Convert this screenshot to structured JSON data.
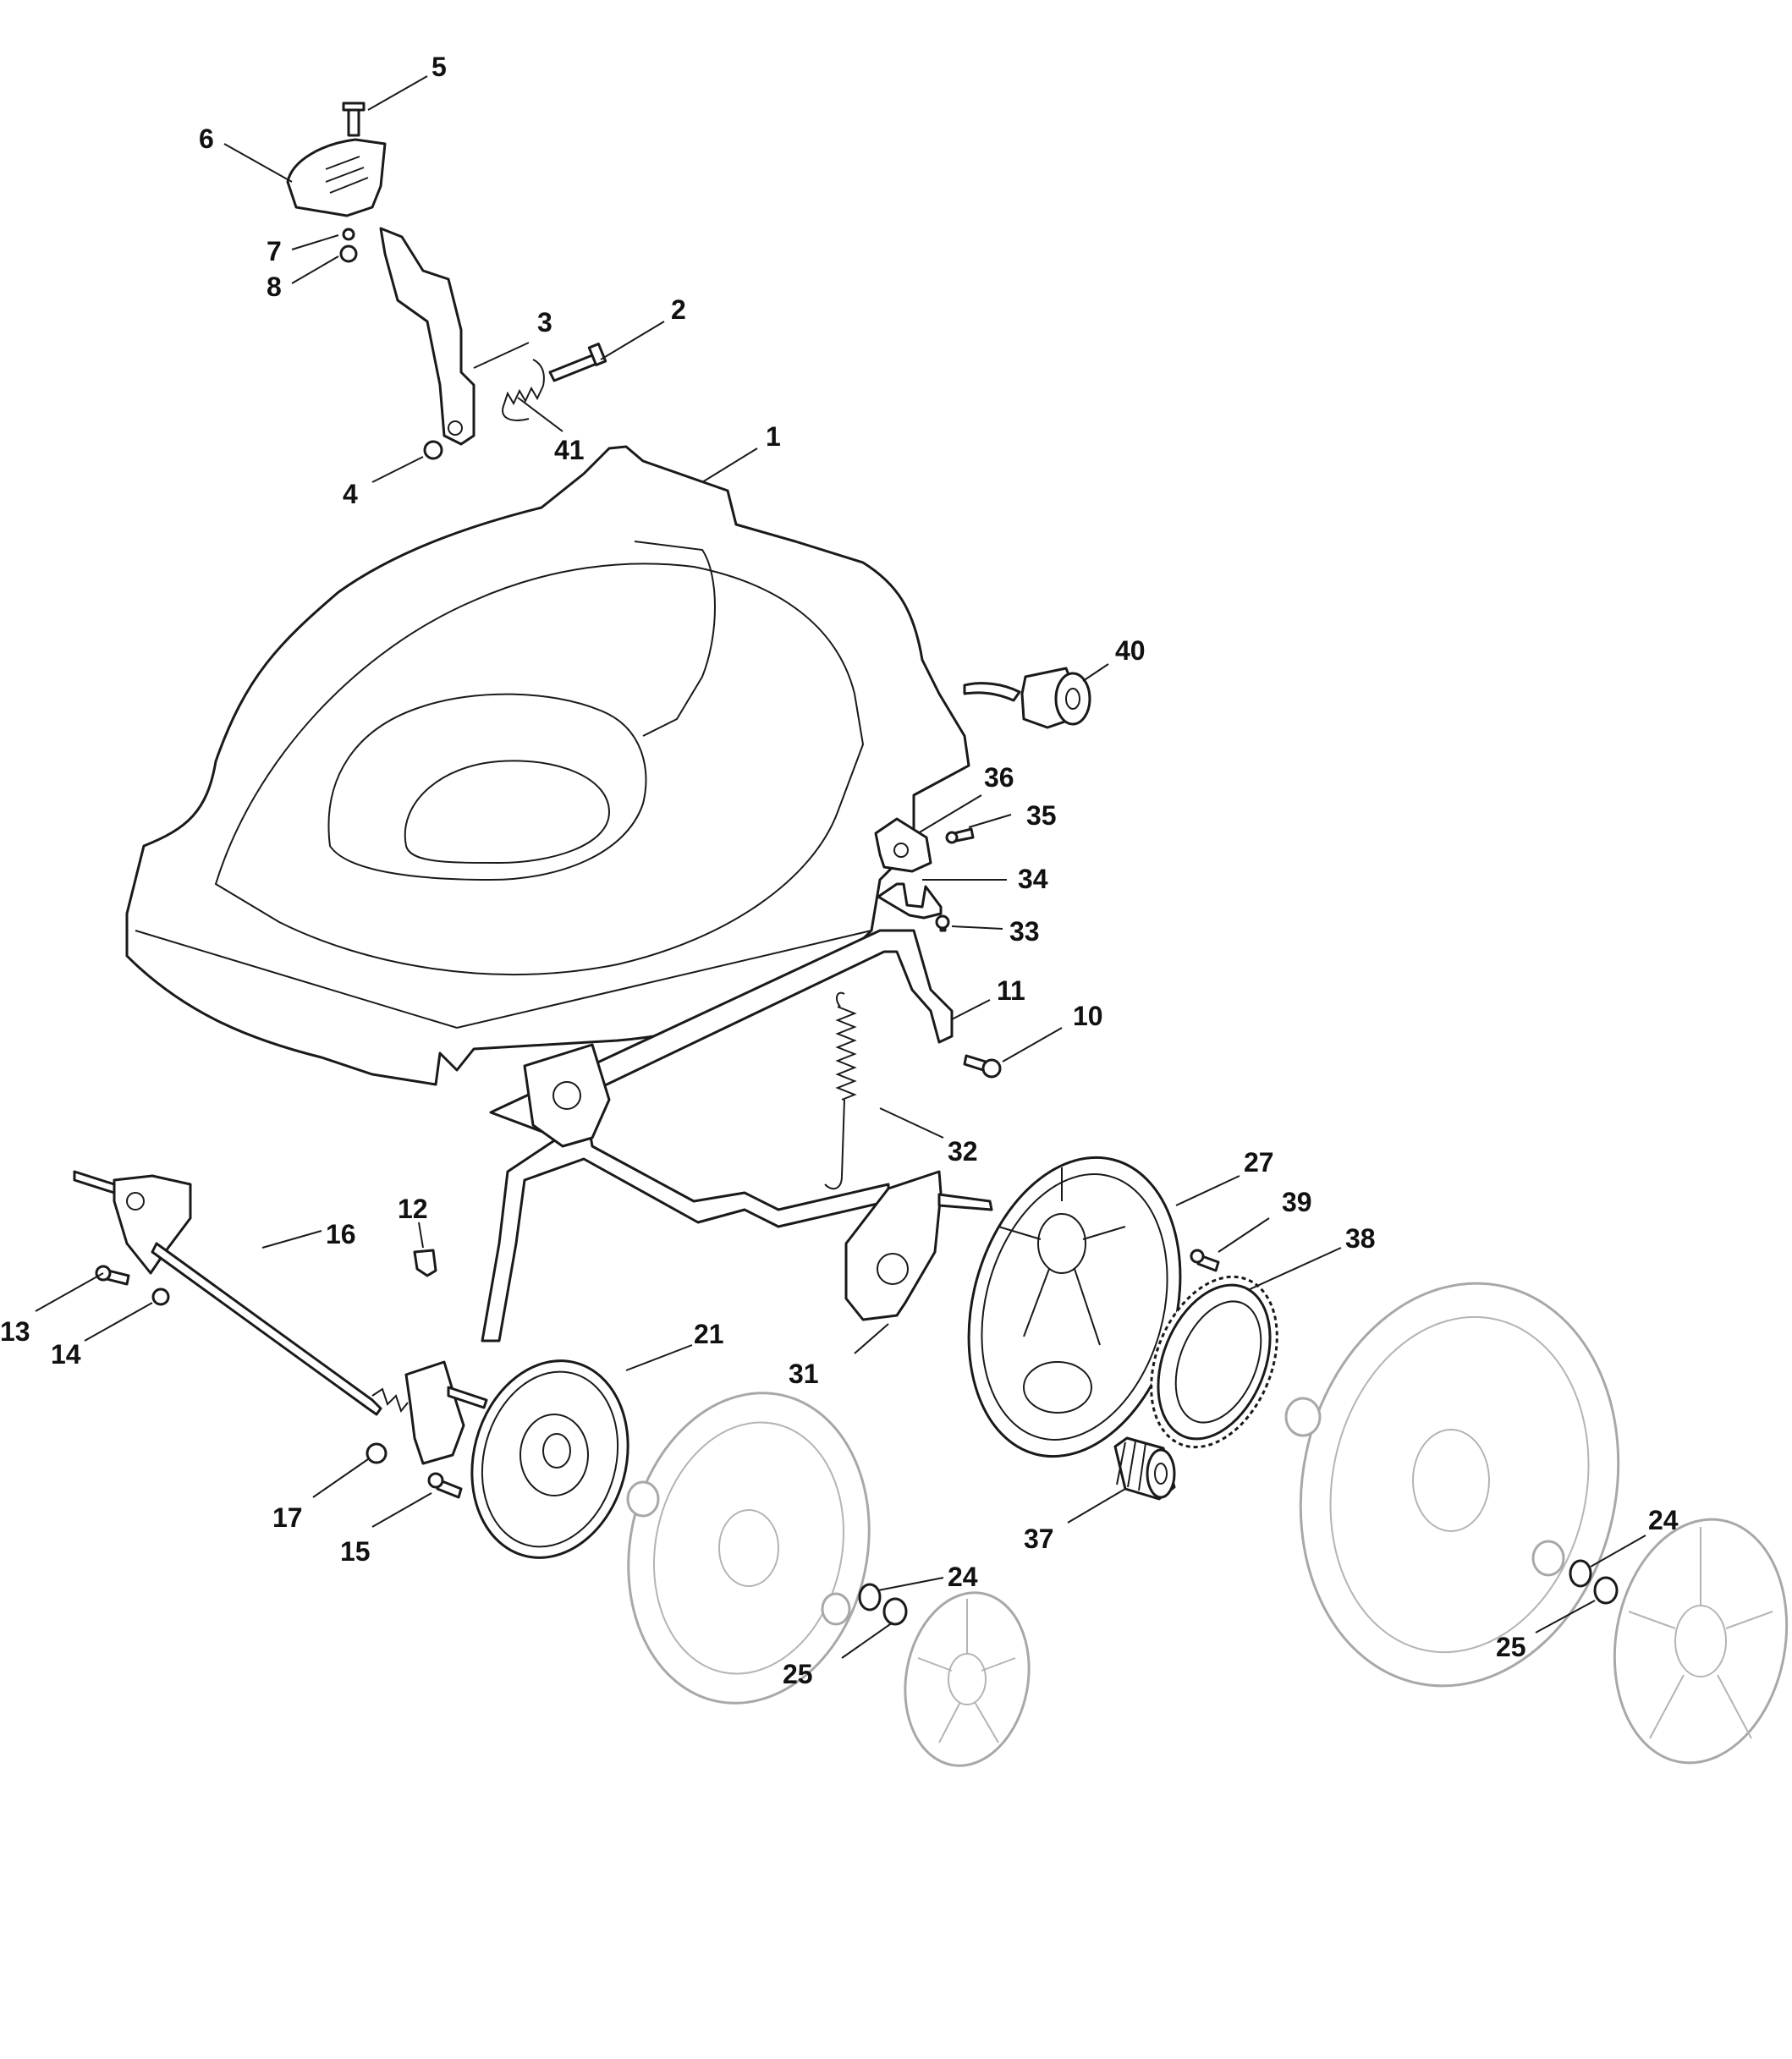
{
  "labels": [
    {
      "id": "l5",
      "text": "5"
    },
    {
      "id": "l6",
      "text": "6"
    },
    {
      "id": "l7",
      "text": "7"
    },
    {
      "id": "l8",
      "text": "8"
    },
    {
      "id": "l3",
      "text": "3"
    },
    {
      "id": "l2",
      "text": "2"
    },
    {
      "id": "l41",
      "text": "41"
    },
    {
      "id": "l4",
      "text": "4"
    },
    {
      "id": "l1",
      "text": "1"
    },
    {
      "id": "l40",
      "text": "40"
    },
    {
      "id": "l36",
      "text": "36"
    },
    {
      "id": "l35",
      "text": "35"
    },
    {
      "id": "l34",
      "text": "34"
    },
    {
      "id": "l33",
      "text": "33"
    },
    {
      "id": "l11",
      "text": "11"
    },
    {
      "id": "l10",
      "text": "10"
    },
    {
      "id": "l32",
      "text": "32"
    },
    {
      "id": "l27",
      "text": "27"
    },
    {
      "id": "l39",
      "text": "39"
    },
    {
      "id": "l38",
      "text": "38"
    },
    {
      "id": "l12",
      "text": "12"
    },
    {
      "id": "l16",
      "text": "16"
    },
    {
      "id": "l13",
      "text": "13"
    },
    {
      "id": "l14",
      "text": "14"
    },
    {
      "id": "l21",
      "text": "21"
    },
    {
      "id": "l31",
      "text": "31"
    },
    {
      "id": "l17",
      "text": "17"
    },
    {
      "id": "l15",
      "text": "15"
    },
    {
      "id": "l37",
      "text": "37"
    },
    {
      "id": "l24a",
      "text": "24"
    },
    {
      "id": "l25a",
      "text": "25"
    },
    {
      "id": "l24b",
      "text": "24"
    },
    {
      "id": "l25b",
      "text": "25"
    }
  ]
}
